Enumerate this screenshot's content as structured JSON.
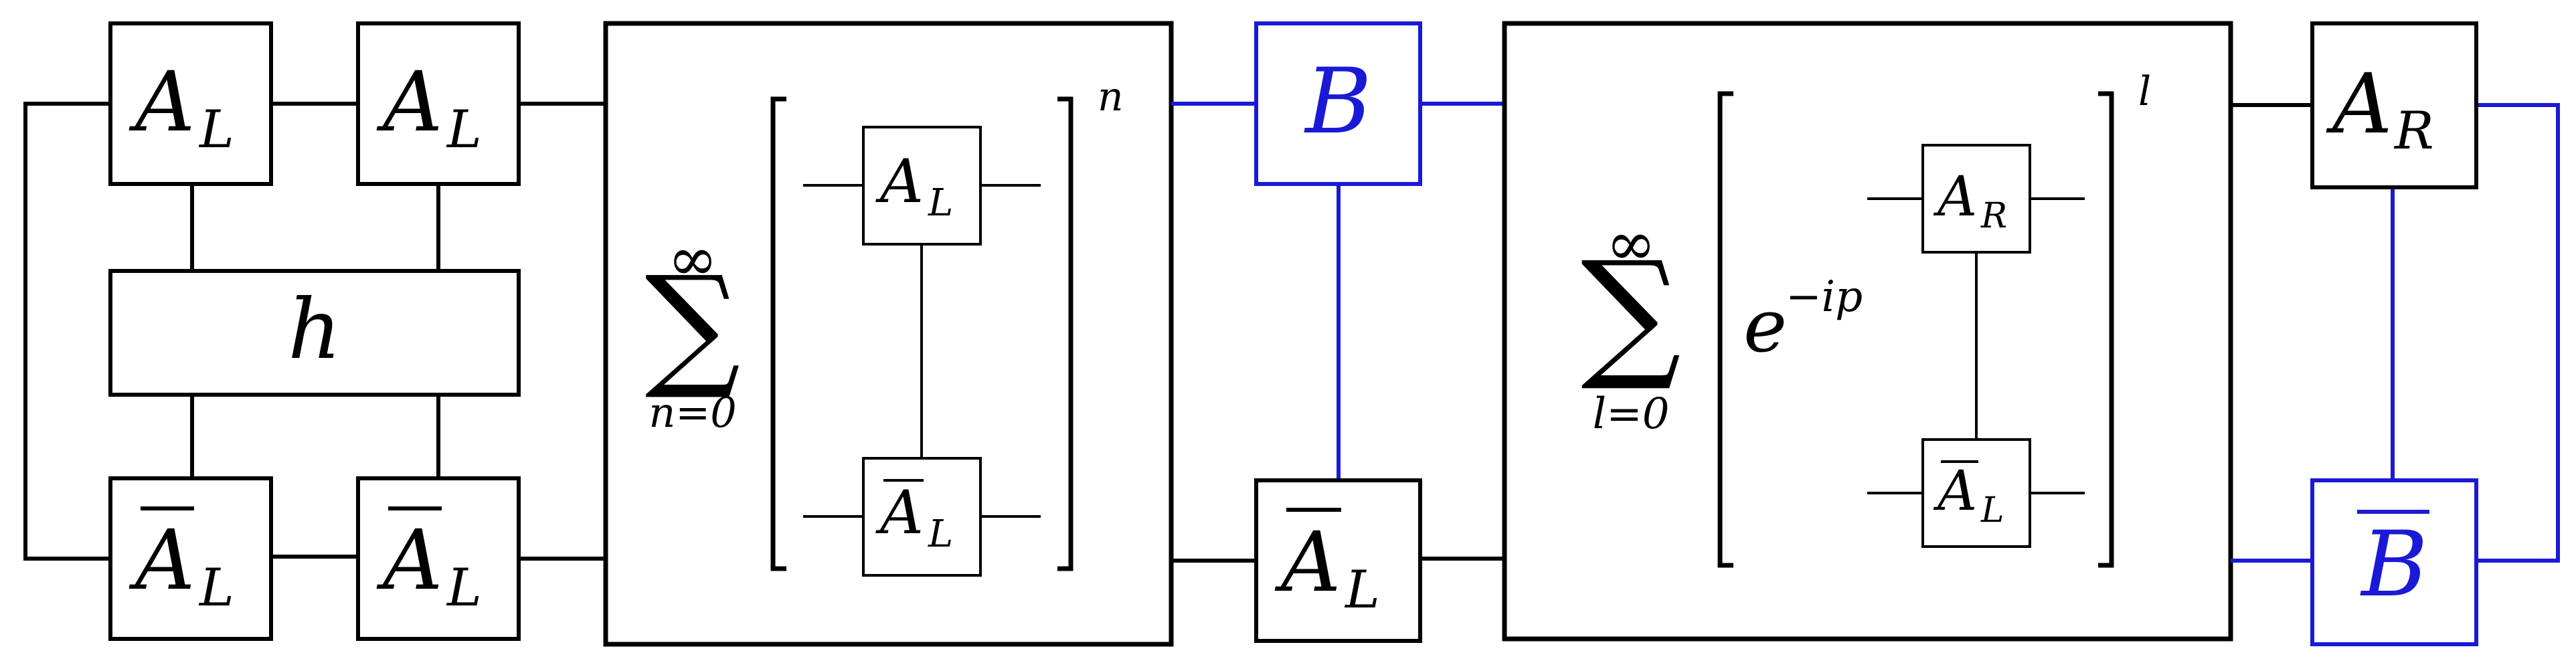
{
  "colors": {
    "ink": "#000000",
    "highlight": "#1a1ad6"
  },
  "tensors": {
    "a_main": "A",
    "sub_L": "L",
    "sub_R": "R",
    "hamiltonian": "h",
    "b_main": "B"
  },
  "sum_n": {
    "symbol": "∑",
    "upper": "∞",
    "lower": "n=0",
    "power": "n"
  },
  "sum_l": {
    "symbol": "∑",
    "upper": "∞",
    "lower": "l=0",
    "power": "l"
  },
  "phase": {
    "base": "e",
    "exponent": "−ip"
  }
}
